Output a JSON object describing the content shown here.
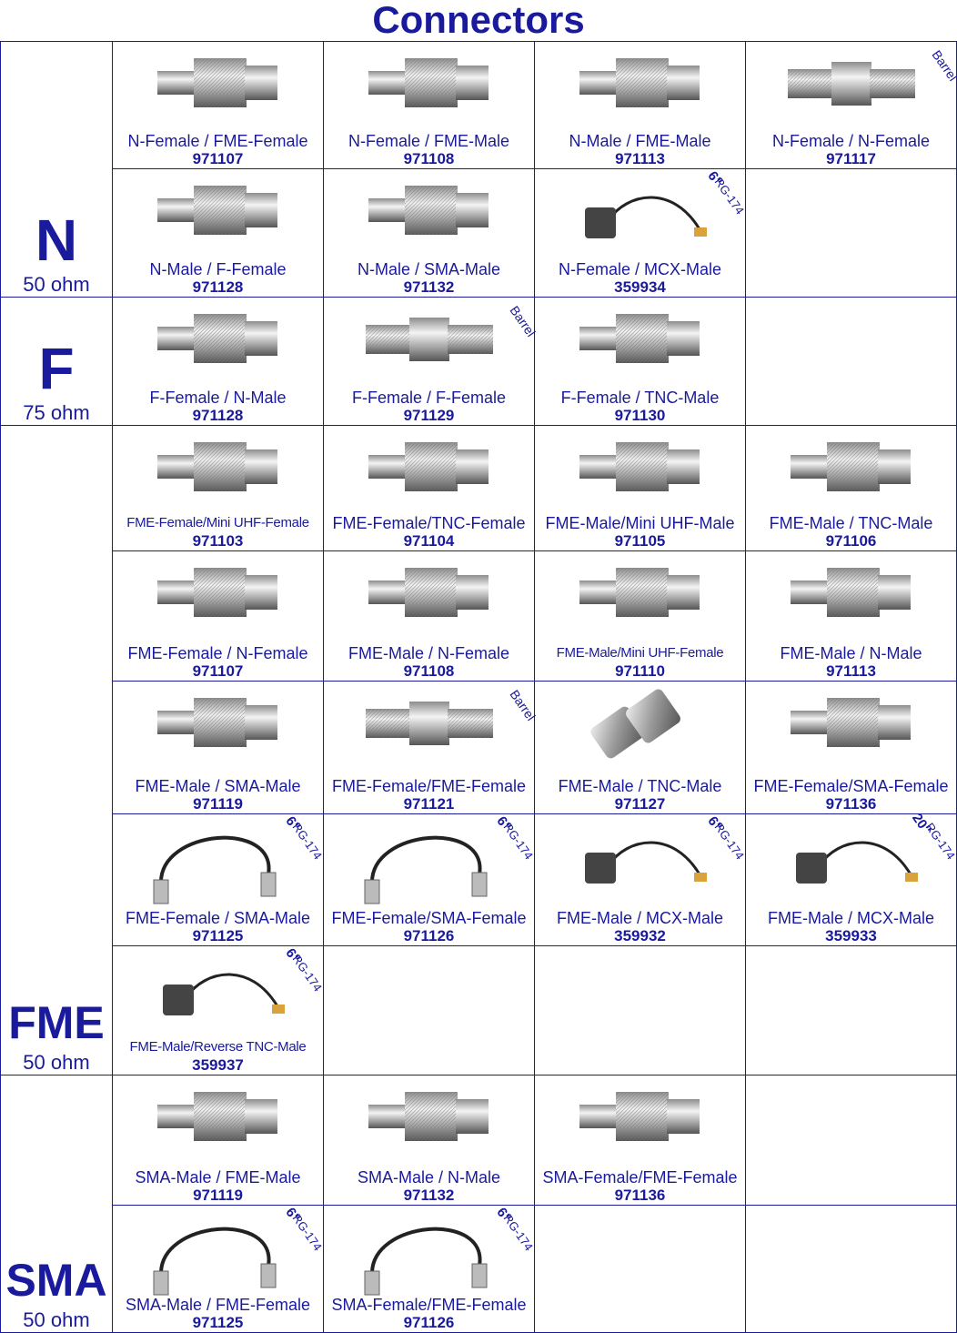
{
  "title": "Connectors",
  "groups": [
    {
      "letter": "N",
      "ohm": "50 ohm"
    },
    {
      "letter": "F",
      "ohm": "75 ohm"
    },
    {
      "letter": "FME",
      "ohm": "50 ohm"
    },
    {
      "letter": "SMA",
      "ohm": "50 ohm"
    }
  ],
  "items": [
    {
      "name": "N-Female / FME-Female",
      "part": "971107"
    },
    {
      "name": "N-Female / FME-Male",
      "part": "971108"
    },
    {
      "name": "N-Male / FME-Male",
      "part": "971113"
    },
    {
      "name": "N-Female / N-Female",
      "part": "971117",
      "tag": "Barrel"
    },
    {
      "name": "N-Male / F-Female",
      "part": "971128"
    },
    {
      "name": "N-Male / SMA-Male",
      "part": "971132"
    },
    {
      "name": "N-Female / MCX-Male",
      "part": "359934",
      "length": "6\"",
      "cable": "RG-174"
    },
    {
      "name": "F-Female / N-Male",
      "part": "971128"
    },
    {
      "name": "F-Female / F-Female",
      "part": "971129",
      "tag": "Barrel"
    },
    {
      "name": "F-Female / TNC-Male",
      "part": "971130"
    },
    {
      "name": "FME-Female/Mini UHF-Female",
      "part": "971103"
    },
    {
      "name": "FME-Female/TNC-Female",
      "part": "971104"
    },
    {
      "name": "FME-Male/Mini UHF-Male",
      "part": "971105"
    },
    {
      "name": "FME-Male / TNC-Male",
      "part": "971106"
    },
    {
      "name": "FME-Female / N-Female",
      "part": "971107"
    },
    {
      "name": "FME-Male / N-Female",
      "part": "971108"
    },
    {
      "name": "FME-Male/Mini UHF-Female",
      "part": "971110"
    },
    {
      "name": "FME-Male / N-Male",
      "part": "971113"
    },
    {
      "name": "FME-Male / SMA-Male",
      "part": "971119"
    },
    {
      "name": "FME-Female/FME-Female",
      "part": "971121",
      "tag": "Barrel"
    },
    {
      "name": "FME-Male / TNC-Male",
      "part": "971127"
    },
    {
      "name": "FME-Female/SMA-Female",
      "part": "971136"
    },
    {
      "name": "FME-Female / SMA-Male",
      "part": "971125",
      "length": "6\"",
      "cable": "RG-174"
    },
    {
      "name": "FME-Female/SMA-Female",
      "part": "971126",
      "length": "6\"",
      "cable": "RG-174"
    },
    {
      "name": "FME-Male / MCX-Male",
      "part": "359932",
      "length": "6\"",
      "cable": "RG-174"
    },
    {
      "name": "FME-Male / MCX-Male",
      "part": "359933",
      "length": "20\"",
      "cable": "RG-174"
    },
    {
      "name": "FME-Male/Reverse TNC-Male",
      "part": "359937",
      "length": "6\"",
      "cable": "RG-174"
    },
    {
      "name": "SMA-Male / FME-Male",
      "part": "971119"
    },
    {
      "name": "SMA-Male / N-Male",
      "part": "971132"
    },
    {
      "name": "SMA-Female/FME-Female",
      "part": "971136"
    },
    {
      "name": "SMA-Male / FME-Female",
      "part": "971125",
      "length": "6\"",
      "cable": "RG-174"
    },
    {
      "name": "SMA-Female/FME-Female",
      "part": "971126",
      "length": "6\"",
      "cable": "RG-174"
    }
  ]
}
